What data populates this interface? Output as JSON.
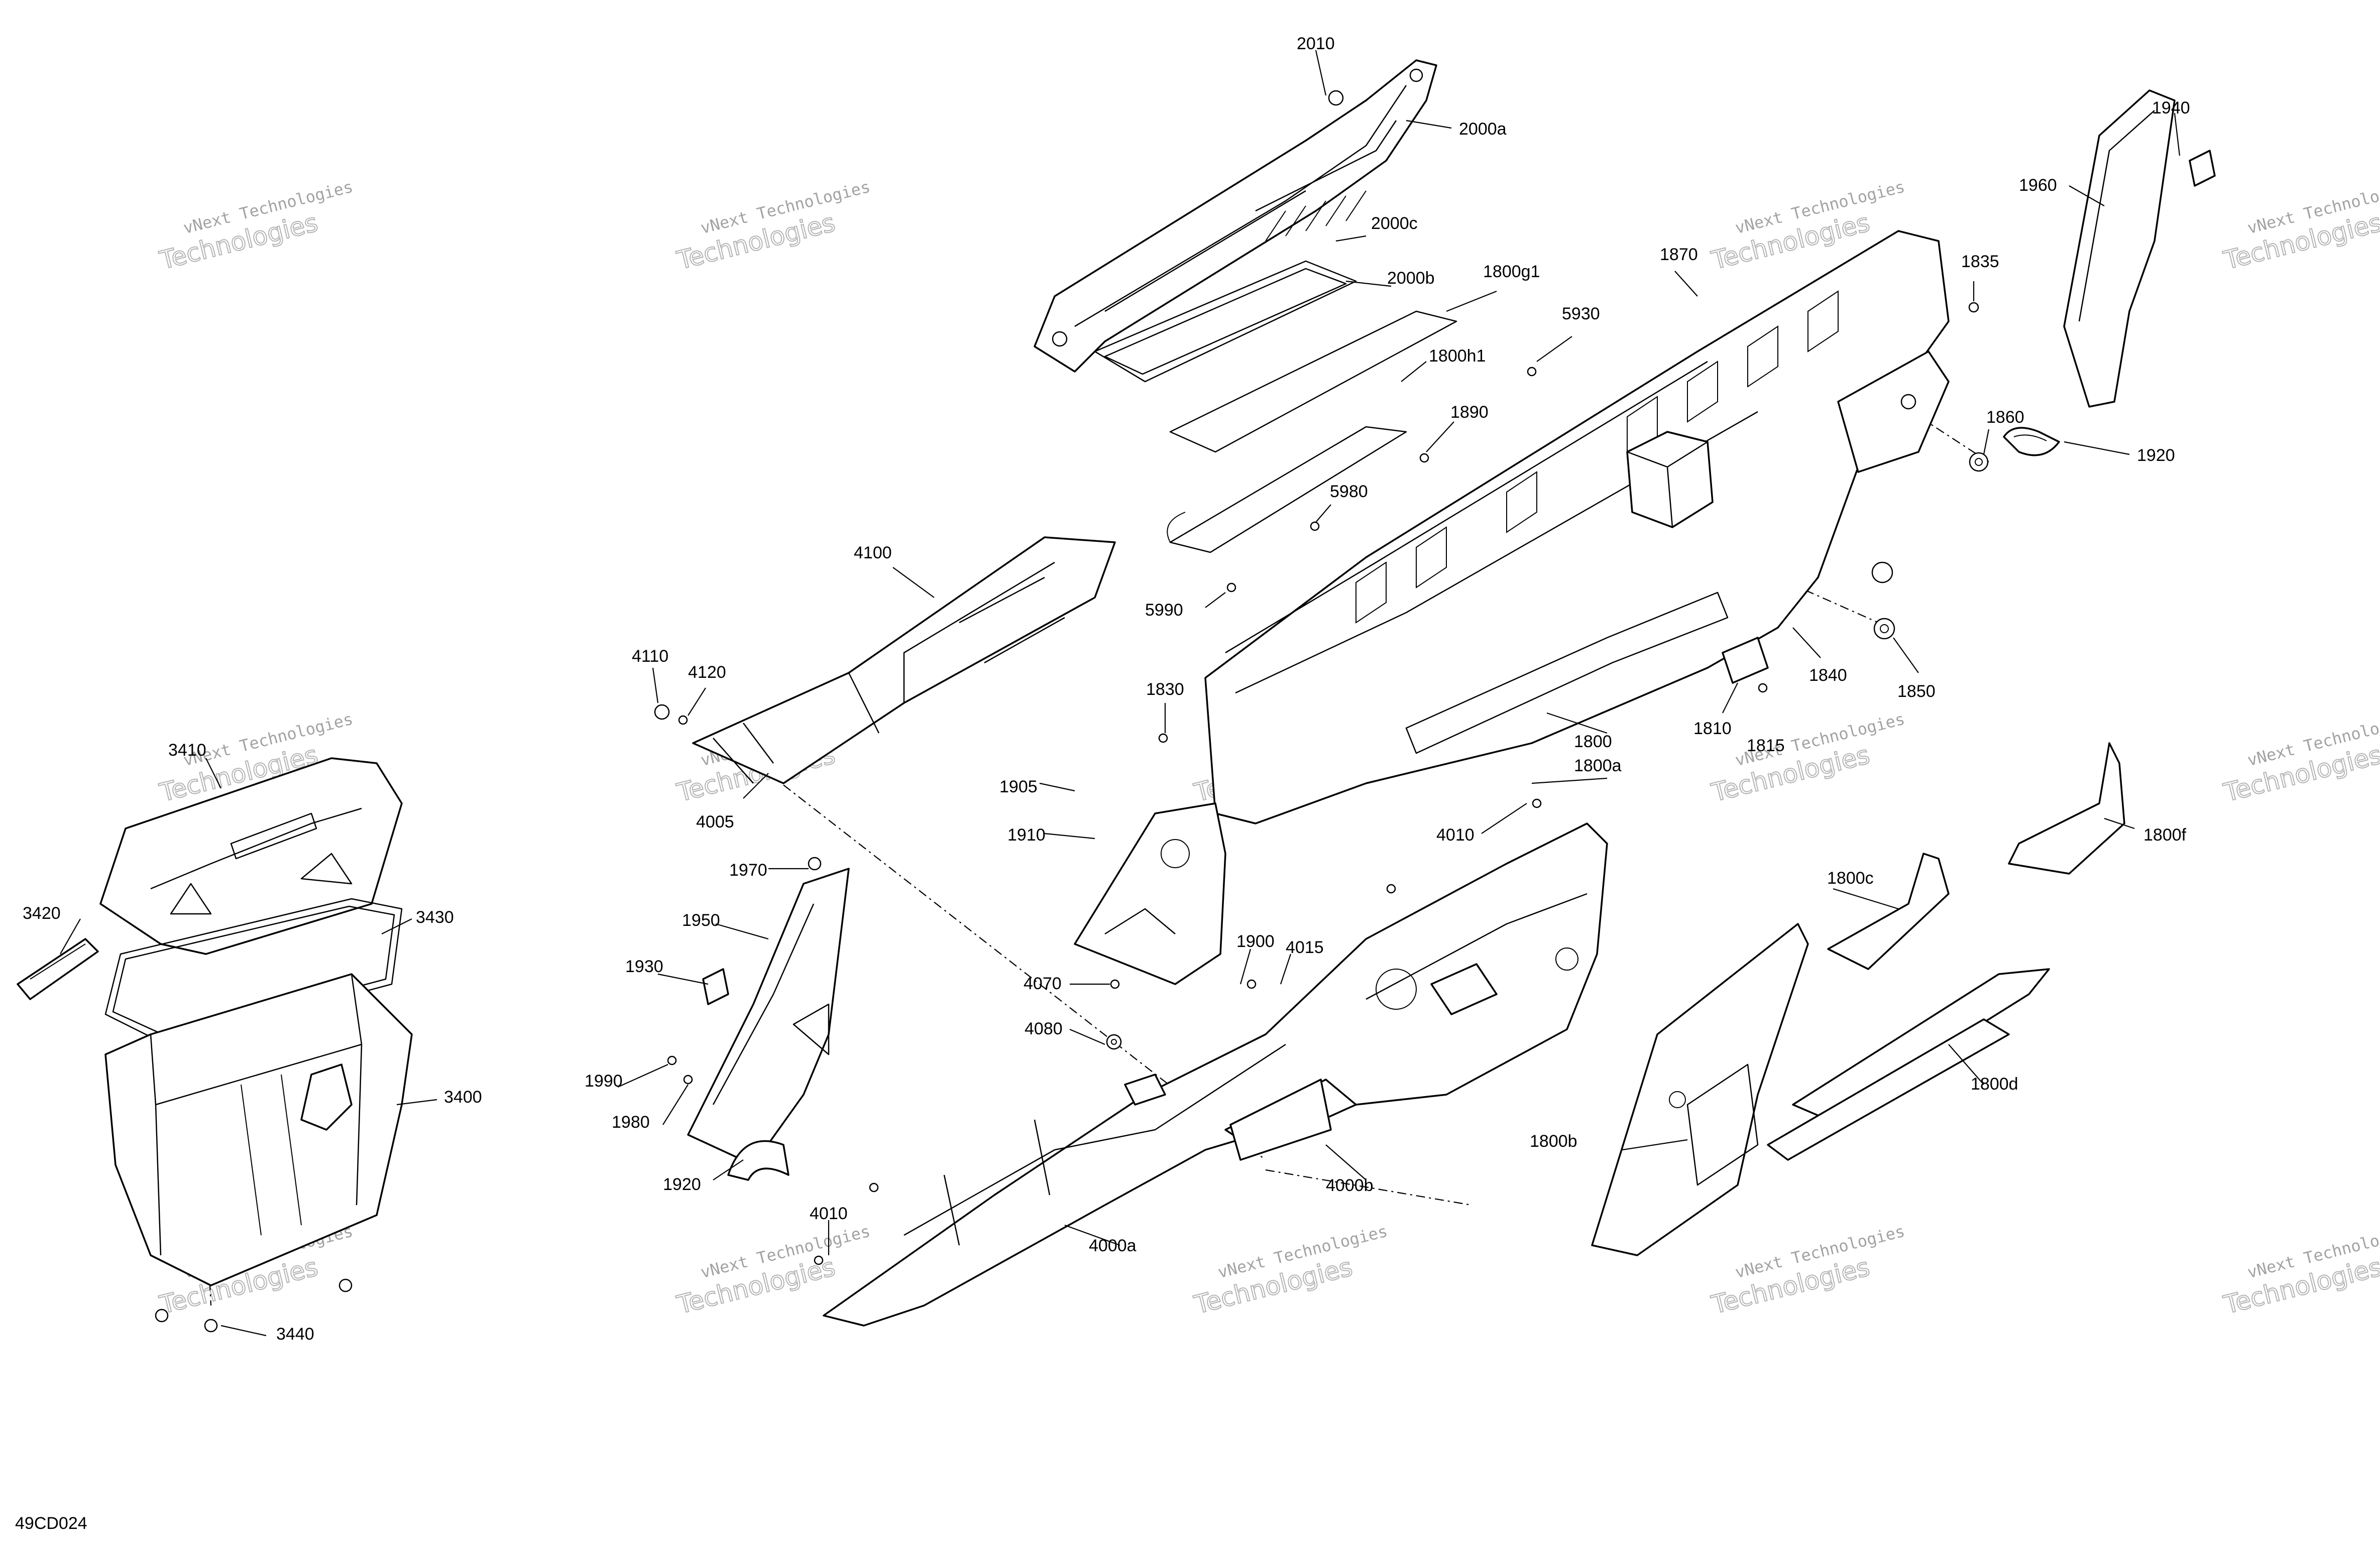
{
  "diagram": {
    "code": "49CD024",
    "watermark": {
      "line1": "vNext Technologies",
      "line2": "Technologies"
    },
    "callouts": [
      {
        "id": "2010",
        "text": "2010"
      },
      {
        "id": "2000a",
        "text": "2000a"
      },
      {
        "id": "2000c",
        "text": "2000c"
      },
      {
        "id": "2000b",
        "text": "2000b"
      },
      {
        "id": "1800g1",
        "text": "1800g1"
      },
      {
        "id": "1800h1",
        "text": "1800h1"
      },
      {
        "id": "1870",
        "text": "1870"
      },
      {
        "id": "1835",
        "text": "1835"
      },
      {
        "id": "1940",
        "text": "1940"
      },
      {
        "id": "1960",
        "text": "1960"
      },
      {
        "id": "5930",
        "text": "5930"
      },
      {
        "id": "1890",
        "text": "1890"
      },
      {
        "id": "1860",
        "text": "1860"
      },
      {
        "id": "1920a",
        "text": "1920"
      },
      {
        "id": "5980",
        "text": "5980"
      },
      {
        "id": "5990",
        "text": "5990"
      },
      {
        "id": "4100",
        "text": "4100"
      },
      {
        "id": "4110",
        "text": "4110"
      },
      {
        "id": "4120",
        "text": "4120"
      },
      {
        "id": "1830",
        "text": "1830"
      },
      {
        "id": "1840",
        "text": "1840"
      },
      {
        "id": "1850",
        "text": "1850"
      },
      {
        "id": "1810",
        "text": "1810"
      },
      {
        "id": "1815",
        "text": "1815"
      },
      {
        "id": "1800",
        "text": "1800"
      },
      {
        "id": "1800a",
        "text": "1800a"
      },
      {
        "id": "3410",
        "text": "3410"
      },
      {
        "id": "4005",
        "text": "4005"
      },
      {
        "id": "1905",
        "text": "1905"
      },
      {
        "id": "1910",
        "text": "1910"
      },
      {
        "id": "1970",
        "text": "1970"
      },
      {
        "id": "4010a",
        "text": "4010"
      },
      {
        "id": "1800f",
        "text": "1800f"
      },
      {
        "id": "1800c",
        "text": "1800c"
      },
      {
        "id": "3420",
        "text": "3420"
      },
      {
        "id": "3430",
        "text": "3430"
      },
      {
        "id": "1950",
        "text": "1950"
      },
      {
        "id": "1930",
        "text": "1930"
      },
      {
        "id": "1900",
        "text": "1900"
      },
      {
        "id": "4015",
        "text": "4015"
      },
      {
        "id": "4070",
        "text": "4070"
      },
      {
        "id": "4080",
        "text": "4080"
      },
      {
        "id": "1990",
        "text": "1990"
      },
      {
        "id": "1980",
        "text": "1980"
      },
      {
        "id": "3400",
        "text": "3400"
      },
      {
        "id": "1800d",
        "text": "1800d"
      },
      {
        "id": "1800b",
        "text": "1800b"
      },
      {
        "id": "4000b",
        "text": "4000b"
      },
      {
        "id": "1920b",
        "text": "1920"
      },
      {
        "id": "4010b",
        "text": "4010"
      },
      {
        "id": "4000a",
        "text": "4000a"
      },
      {
        "id": "3440",
        "text": "3440"
      }
    ]
  }
}
